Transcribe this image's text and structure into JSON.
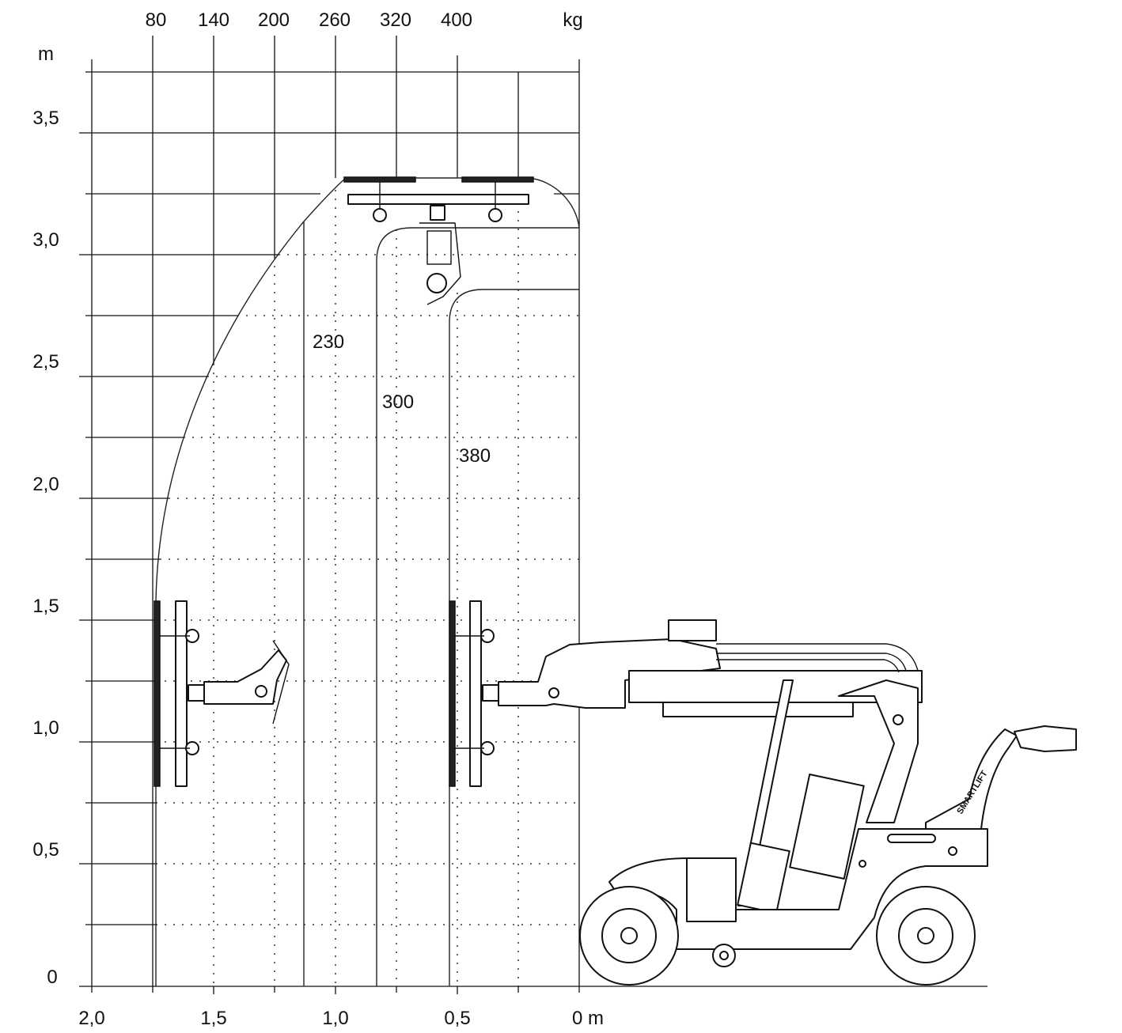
{
  "units": {
    "mass": "kg",
    "height": "m",
    "distance": "0 m"
  },
  "load_labels": [
    "80",
    "140",
    "200",
    "260",
    "320",
    "400"
  ],
  "height_ticks": [
    "3,5",
    "3,0",
    "2,5",
    "2,0",
    "1,5",
    "1,0",
    "0,5",
    "0"
  ],
  "distance_ticks": [
    "2,0",
    "1,5",
    "1,0",
    "0,5"
  ],
  "zones": [
    {
      "capacity": "230",
      "x_edge_m": 1.13
    },
    {
      "capacity": "300",
      "x_edge_m": 0.83
    },
    {
      "capacity": "380",
      "x_edge_m": 0.53
    }
  ],
  "machine": {
    "brand_text": "SMARTLIFT"
  }
}
